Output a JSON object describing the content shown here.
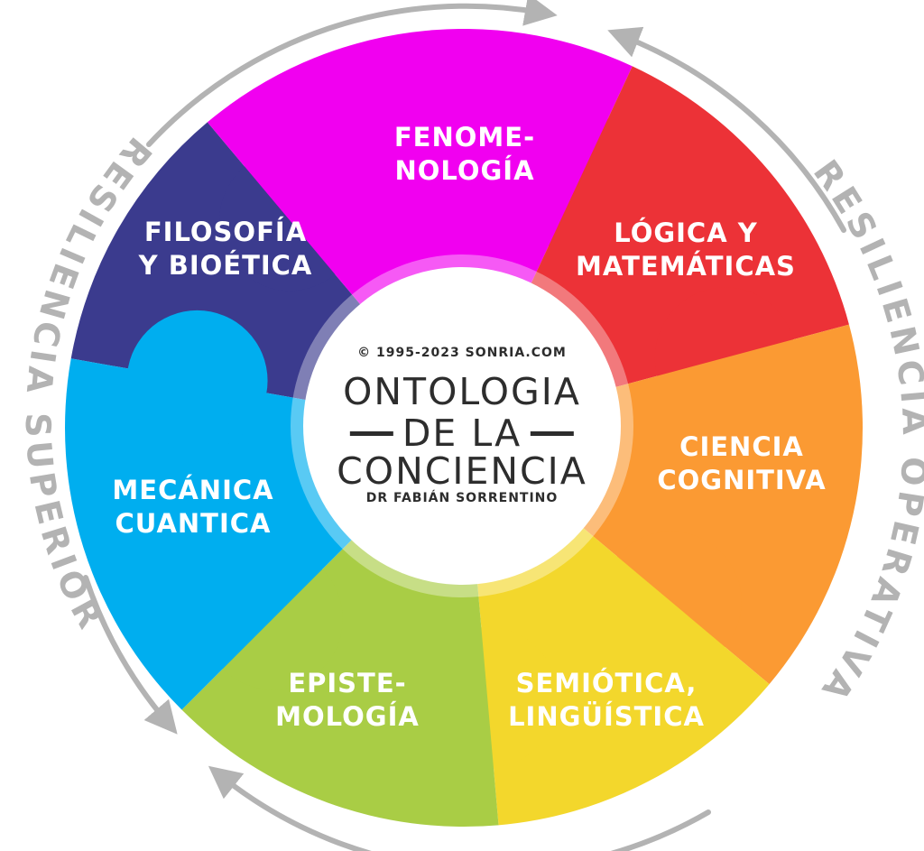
{
  "segments": [
    {
      "label_line1": "FILOSOFÍA",
      "label_line2": "Y BIOÉTICA",
      "color": "#3b3b8e"
    },
    {
      "label_line1": "FENOME-",
      "label_line2": "NOLOGÍA",
      "color": "#f100f0"
    },
    {
      "label_line1": "LÓGICA Y",
      "label_line2": "MATEMÁTICAS",
      "color": "#ec3237"
    },
    {
      "label_line1": "CIENCIA",
      "label_line2": "COGNITIVA",
      "color": "#fb9a33"
    },
    {
      "label_line1": "SEMIÓTICA,",
      "label_line2": "LINGÜÍSTICA",
      "color": "#f3d72c"
    },
    {
      "label_line1": "EPISTE-",
      "label_line2": "MOLOGÍA",
      "color": "#a9cd45"
    },
    {
      "label_line1": "MECÁNICA",
      "label_line2": "CUANTICA",
      "color": "#00aeef"
    }
  ],
  "center": {
    "copyright": "© 1995-2023 SONRIA.COM",
    "title_line1": "ONTOLOGIA",
    "title_line2": "DE LA",
    "title_line3": "CONCIENCIA",
    "author": "DR FABIÁN SORRENTINO"
  },
  "outer": {
    "left": "RESILIENCIA SUPERIOR",
    "right": "RESILIENCIA OPERATIVA",
    "arrow_color": "#b3b3b3"
  }
}
